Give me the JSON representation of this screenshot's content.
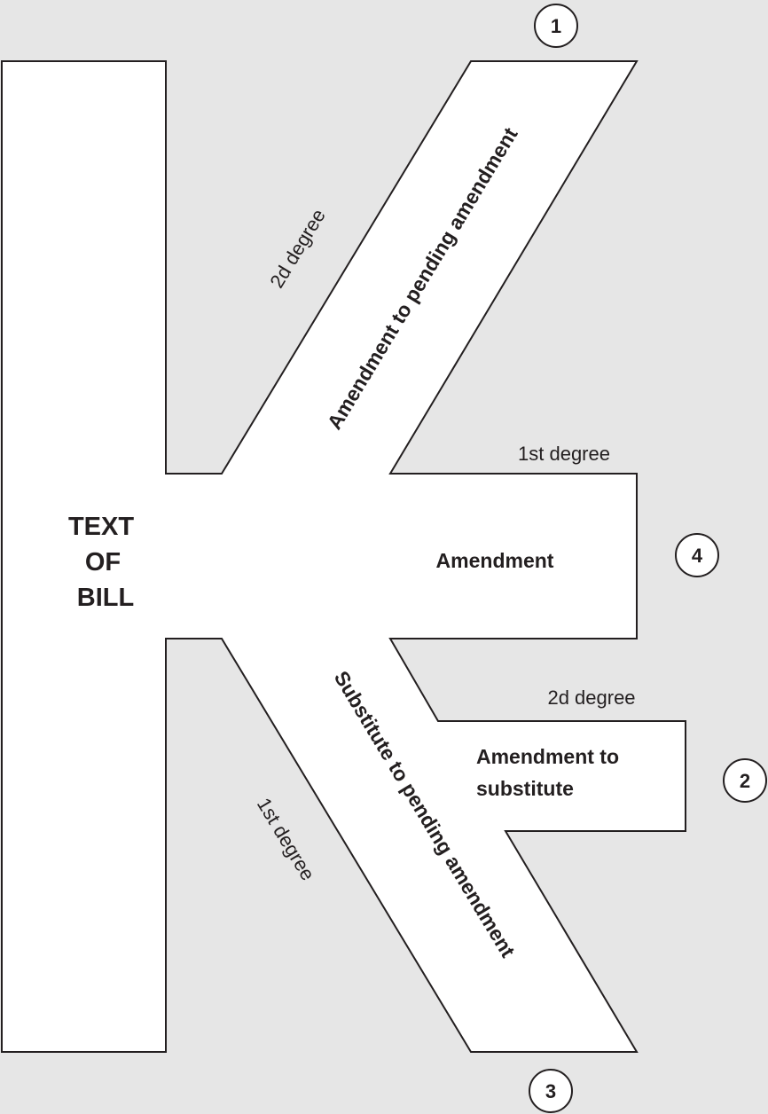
{
  "diagram": {
    "title_lines": [
      "TEXT",
      "OF",
      "BILL"
    ],
    "upper_branch": {
      "label": "Amendment to pending amendment",
      "degree": "2d degree",
      "number": "1"
    },
    "middle_branch": {
      "label": "Amendment",
      "degree": "1st degree",
      "number": "4"
    },
    "right_branch": {
      "label_lines": [
        "Amendment to",
        "substitute"
      ],
      "degree": "2d degree",
      "number": "2"
    },
    "lower_branch": {
      "label": "Substitute to pending amendment",
      "degree": "1st degree",
      "number": "3"
    }
  },
  "colors": {
    "background": "#e6e6e6",
    "shape": "#ffffff",
    "ink": "#231f20"
  }
}
